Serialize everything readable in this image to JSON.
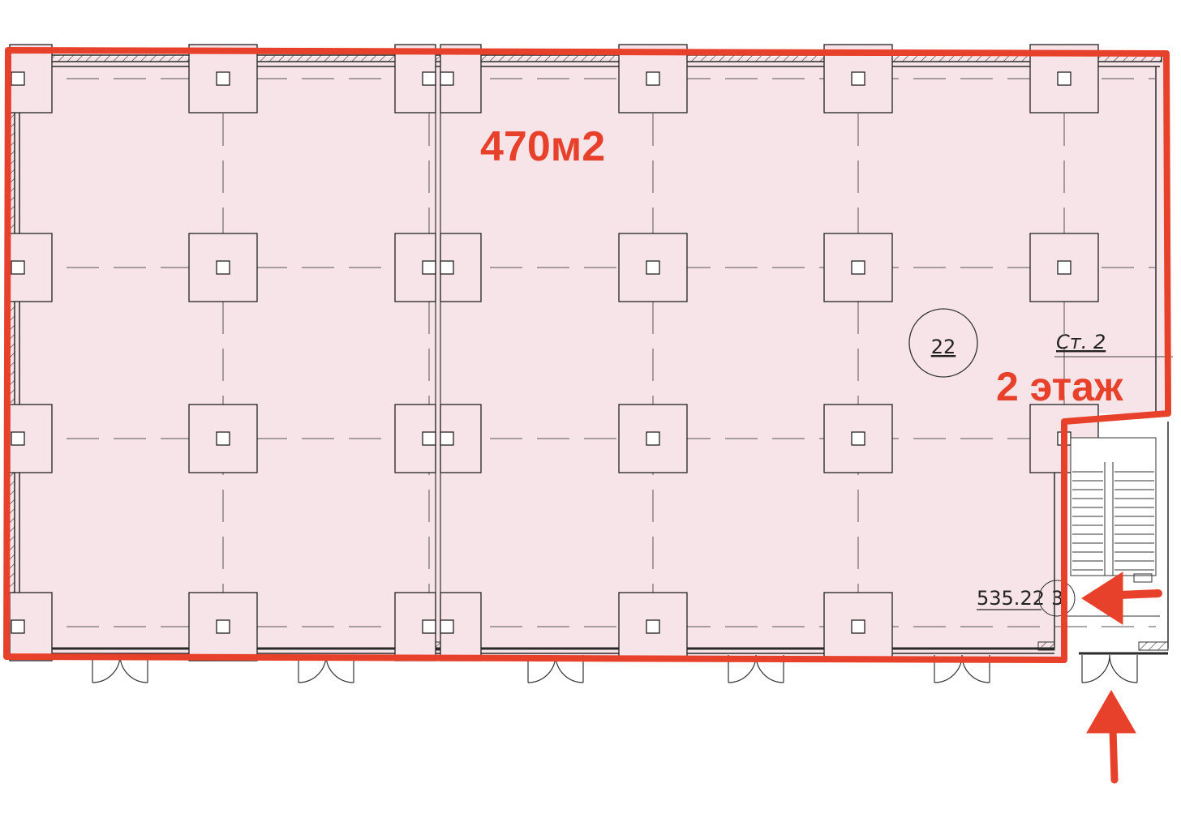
{
  "plan": {
    "area_label": "470м2",
    "floor_label": "2 этаж",
    "room_number": "22",
    "stair_label": "Ст. 2",
    "elevation_label": "535.22",
    "elevation_suffix": "3"
  },
  "colors": {
    "highlight": "#e8412b",
    "room_fill": "#f7e4e8",
    "line": "#2a2a2a",
    "axis": "#555555"
  },
  "icons": {
    "entry_arrow_left": "arrow-left-icon",
    "entry_arrow_up": "arrow-up-icon"
  }
}
